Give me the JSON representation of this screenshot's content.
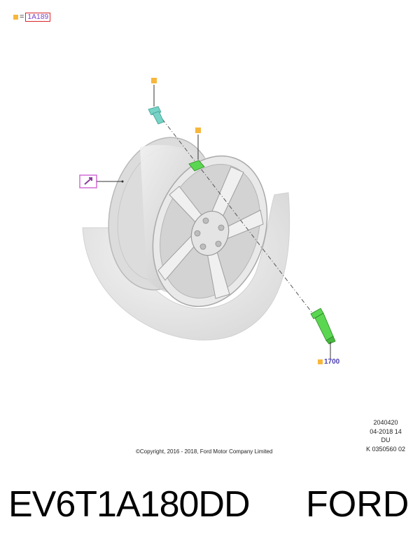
{
  "legend": {
    "equals": "=",
    "reference": "1A189"
  },
  "callouts": {
    "valve_stem": "1700"
  },
  "meta": {
    "code": "2040420",
    "date": "04-2018 14",
    "region": "DU",
    "ref": "K 0350560 02"
  },
  "copyright": "©Copyright, 2016 - 2018, Ford Motor Company Limited",
  "caption": {
    "part_number": "EV6T1A180DD",
    "brand": "FORD"
  },
  "colors": {
    "callout_square": "#f6b73c",
    "legend_text": "#7b3ec6",
    "legend_border": "#d9262a",
    "part_green": "#5bd651",
    "bolt_teal": "#76d3c6",
    "pointer_magenta": "#d46cd9"
  },
  "icons": {
    "wheel_hint": "pointer-arrow-icon"
  }
}
